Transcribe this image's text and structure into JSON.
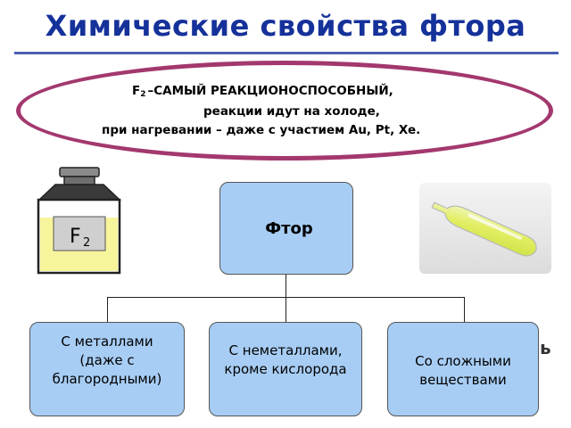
{
  "slide": {
    "title": "Химические свойства фтора"
  },
  "note": {
    "formula_main": "F",
    "formula_sub": "2",
    "line1_rest": "–САМЫЙ РЕАКЦИОНОСПОСОБНЫЙ,",
    "line2": "реакции идут на холоде,",
    "line3": "при нагревании – даже с участием Au, Pt, Xe."
  },
  "jar": {
    "label_main": "F",
    "label_sub": "2"
  },
  "center": {
    "label": "Фтор"
  },
  "branches": {
    "metals_lines": [
      "С металлами",
      "(даже с",
      "благородными)"
    ],
    "nonmetals_lines": [
      "С неметаллами,",
      "кроме кислорода"
    ],
    "complex_lines": [
      "Со сложными",
      "веществами"
    ]
  },
  "peek": {
    "char": "ь"
  },
  "colors": {
    "title": "#15319a",
    "ellipse_border": "#a3386e",
    "box_fill": "#a7cdf4",
    "jar_liquid": "#f7f59c",
    "ampoule_liquid": "#e6f06a"
  }
}
